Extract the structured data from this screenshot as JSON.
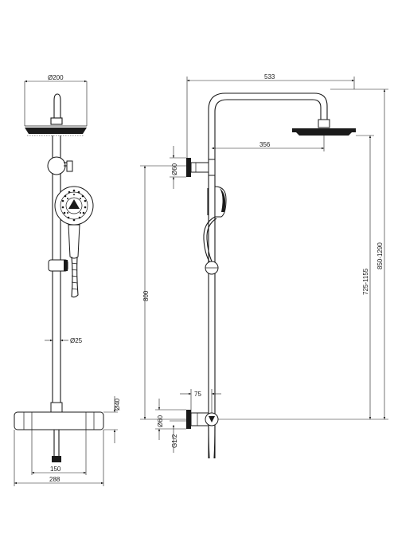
{
  "front_view": {
    "head_diameter": "Ø200",
    "rail_diameter": "Ø25",
    "valve_diameter": "Ø40",
    "inlet_centres": "150",
    "valve_width": "288"
  },
  "side_view": {
    "arm_projection": "533",
    "head_offset": "356",
    "bracket_diameter": "Ø60",
    "rail_height": "800",
    "head_height_range": "725-1155",
    "overall_height_range": "850-1290",
    "elbow_projection": "75",
    "elbow_diameter": "Ø60",
    "inlet_thread": "G1/2"
  }
}
